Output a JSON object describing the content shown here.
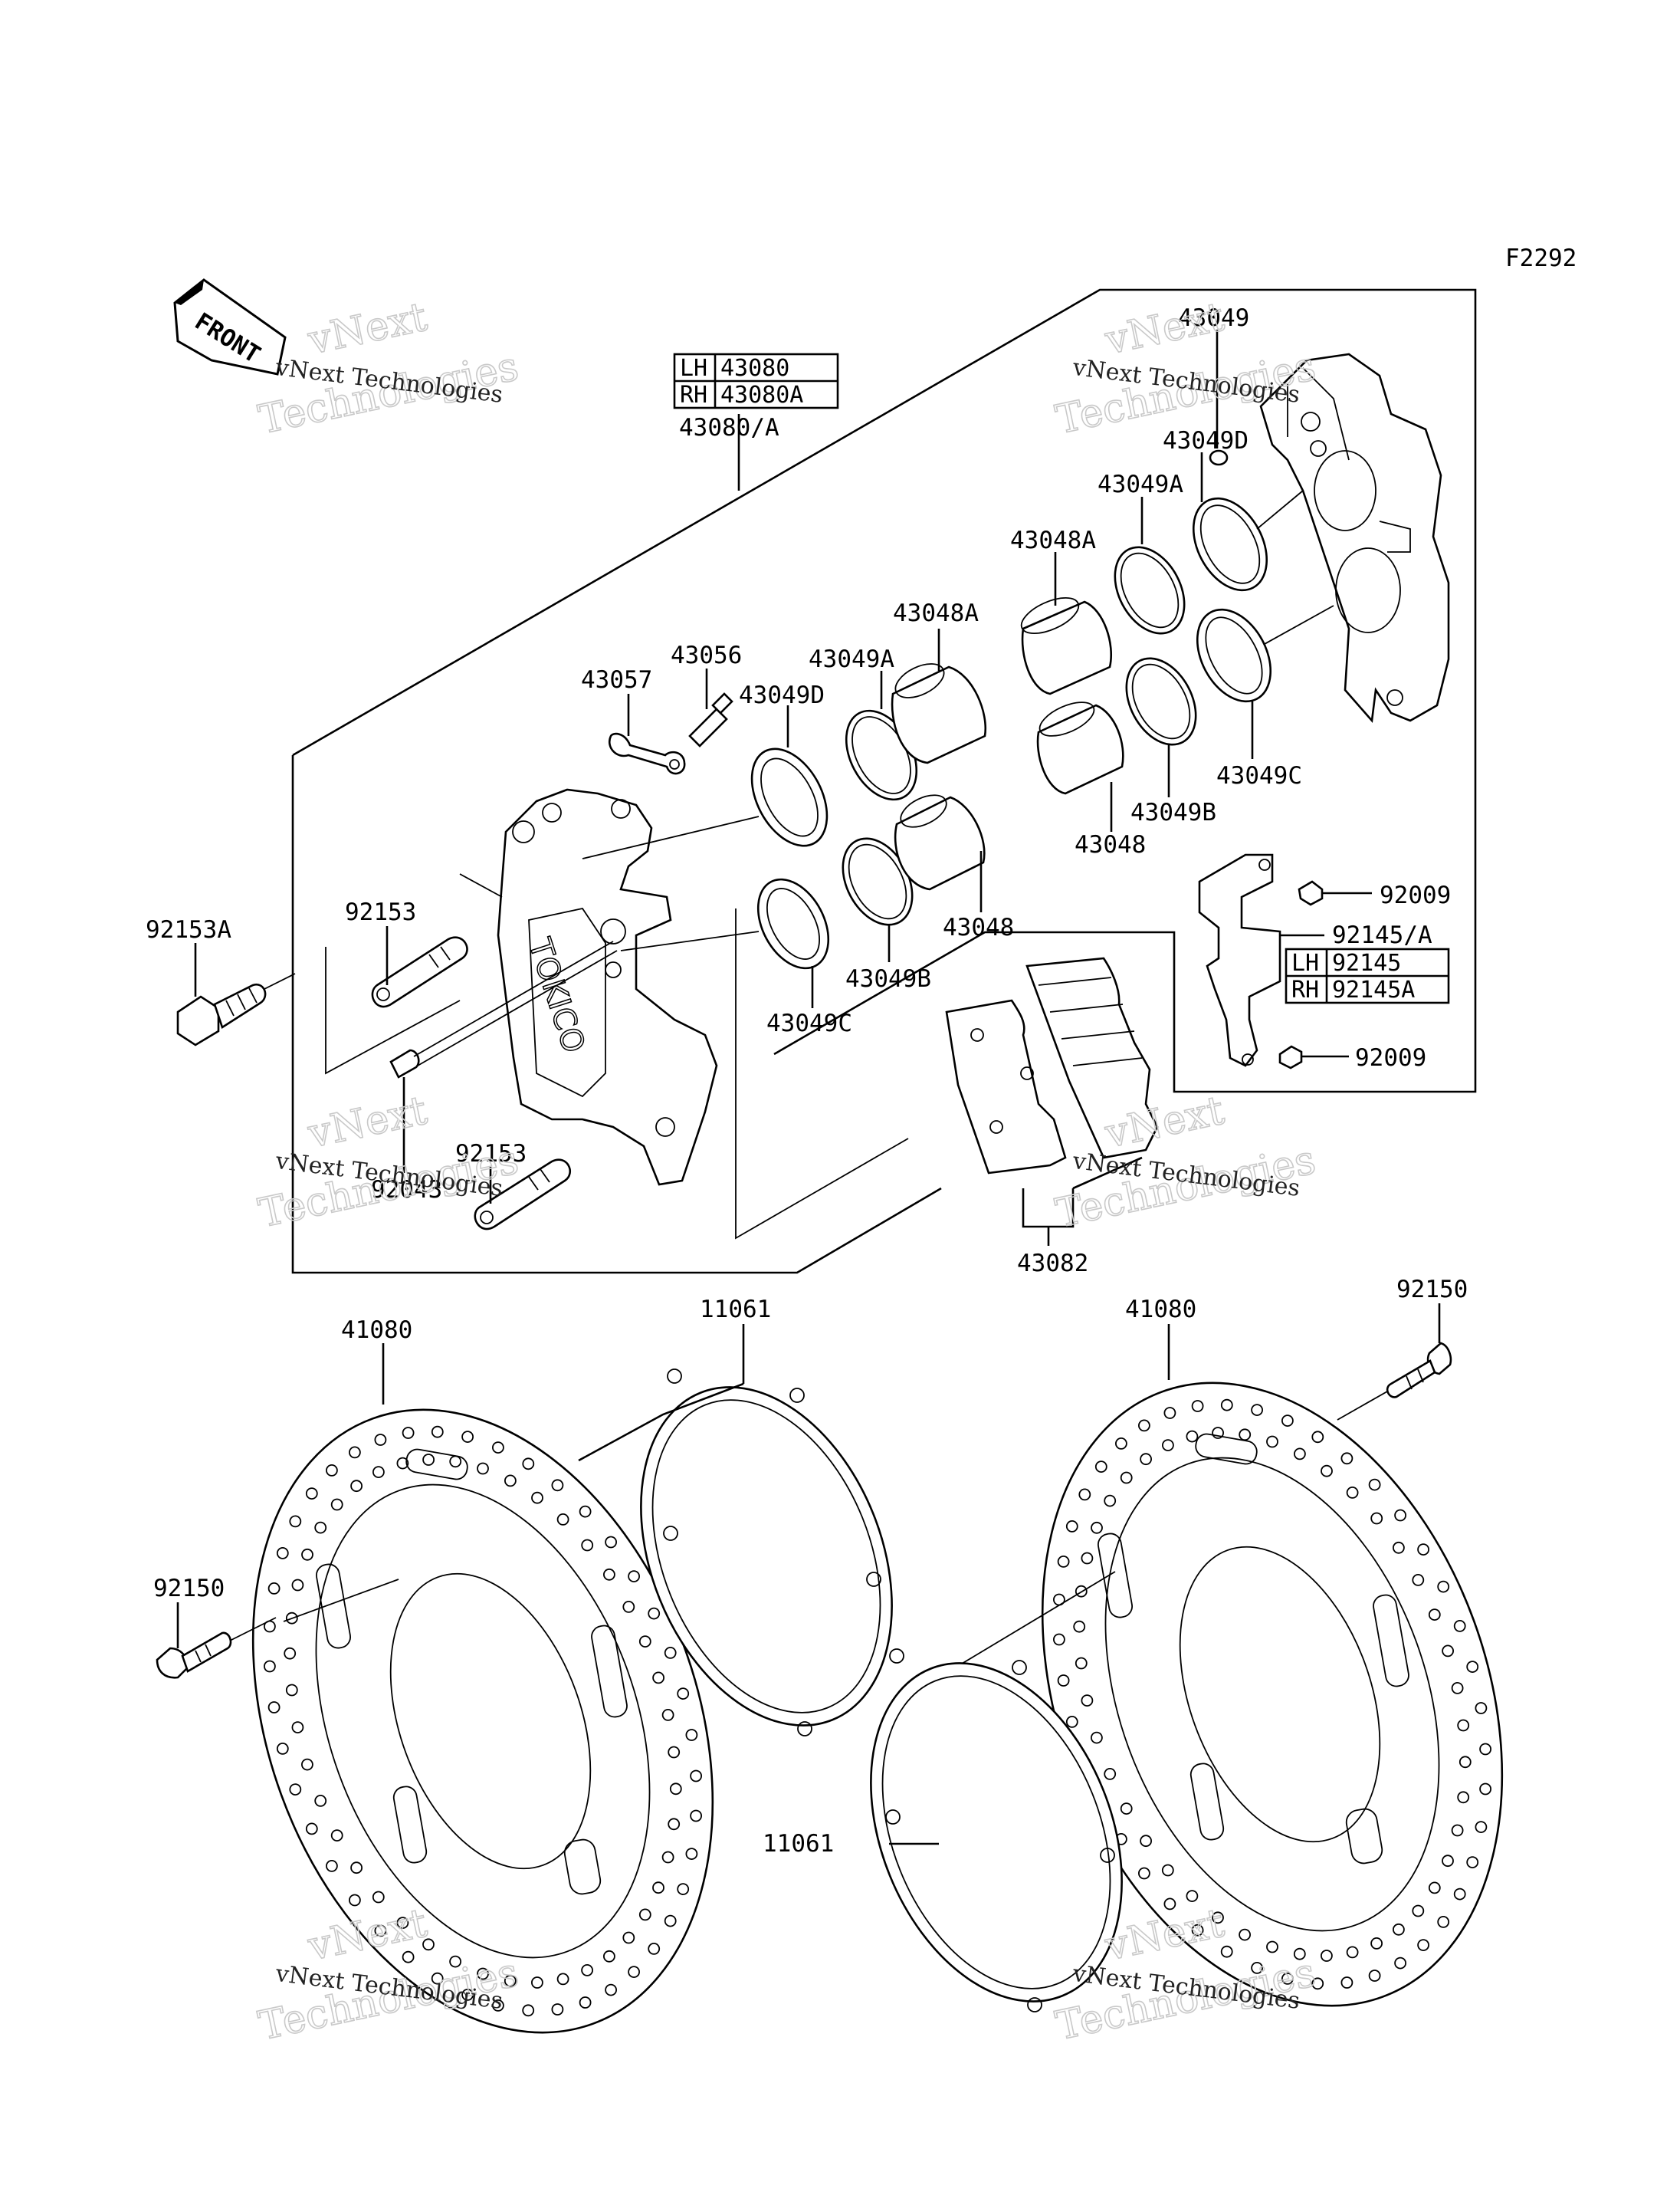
{
  "figure_code": "F2292",
  "front_label": "FRONT",
  "watermark": {
    "line1": "vNext Technologies",
    "line2": "vNext",
    "line3": "Technologies"
  },
  "caliper_assembly": {
    "label": "43080/A",
    "table": [
      {
        "side": "LH",
        "part": "43080"
      },
      {
        "side": "RH",
        "part": "43080A"
      }
    ]
  },
  "pad_spring": {
    "label": "92145/A",
    "table": [
      {
        "side": "LH",
        "part": "92145"
      },
      {
        "side": "RH",
        "part": "92145A"
      }
    ]
  },
  "labels": {
    "p43049_top": "43049",
    "p43049D_r": "43049D",
    "p43049A_r": "43049A",
    "p43048A_r": "43048A",
    "p43049C_r": "43049C",
    "p43049B_r": "43049B",
    "p43048_r": "43048",
    "p43048A_l": "43048A",
    "p43049A_l": "43049A",
    "p43049D_l": "43049D",
    "p43056": "43056",
    "p43057": "43057",
    "p43048_l": "43048",
    "p43049B_l": "43049B",
    "p43049C_l": "43049C",
    "p92009_a": "92009",
    "p92009_b": "92009",
    "p92153A": "92153A",
    "p92153_a": "92153",
    "p92153_b": "92153",
    "p92043": "92043",
    "p43082": "43082",
    "p41080_l": "41080",
    "p41080_r": "41080",
    "p11061_top": "11061",
    "p11061_bot": "11061",
    "p92150_l": "92150",
    "p92150_r": "92150"
  }
}
